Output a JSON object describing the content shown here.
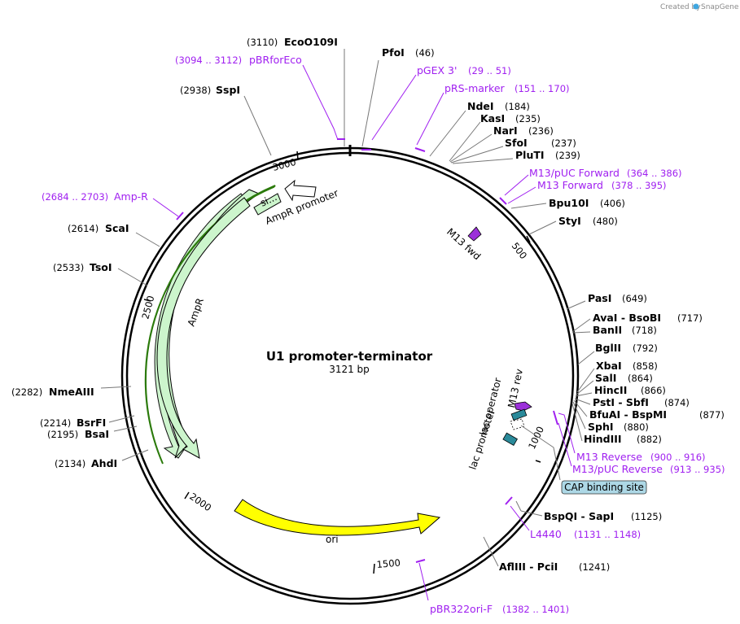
{
  "title": "U1 promoter-terminator",
  "length": "3121 bp",
  "credit": {
    "created_by": "Created by",
    "brand": "SnapGene"
  },
  "ticks": [
    "500",
    "1000",
    "1500",
    "2000",
    "2500",
    "3000"
  ],
  "enzymes": [
    {
      "name": "EcoO109I",
      "pos": "(3110)"
    },
    {
      "name": "PfoI",
      "pos": "(46)"
    },
    {
      "name": "NdeI",
      "pos": "(184)"
    },
    {
      "name": "KasI",
      "pos": "(235)"
    },
    {
      "name": "NarI",
      "pos": "(236)"
    },
    {
      "name": "SfoI",
      "pos": "(237)"
    },
    {
      "name": "PluTI",
      "pos": "(239)"
    },
    {
      "name": "Bpu10I",
      "pos": "(406)"
    },
    {
      "name": "StyI",
      "pos": "(480)"
    },
    {
      "name": "PasI",
      "pos": "(649)"
    },
    {
      "name": "AvaI - BsoBI",
      "pos": "(717)"
    },
    {
      "name": "BanII",
      "pos": "(718)"
    },
    {
      "name": "BglII",
      "pos": "(792)"
    },
    {
      "name": "XbaI",
      "pos": "(858)"
    },
    {
      "name": "SalI",
      "pos": "(864)"
    },
    {
      "name": "HincII",
      "pos": "(866)"
    },
    {
      "name": "PstI - SbfI",
      "pos": "(874)"
    },
    {
      "name": "BfuAI - BspMI",
      "pos": "(877)"
    },
    {
      "name": "SphI",
      "pos": "(880)"
    },
    {
      "name": "HindIII",
      "pos": "(882)"
    },
    {
      "name": "BspQI - SapI",
      "pos": "(1125)"
    },
    {
      "name": "AflIII - PciI",
      "pos": "(1241)"
    },
    {
      "name": "AhdI",
      "pos": "(2134)"
    },
    {
      "name": "BsaI",
      "pos": "(2195)"
    },
    {
      "name": "BsrFI",
      "pos": "(2214)"
    },
    {
      "name": "NmeAIII",
      "pos": "(2282)"
    },
    {
      "name": "TsoI",
      "pos": "(2533)"
    },
    {
      "name": "ScaI",
      "pos": "(2614)"
    },
    {
      "name": "SspI",
      "pos": "(2938)"
    }
  ],
  "primers": [
    {
      "name": "pBRforEco",
      "pos": "(3094 .. 3112)"
    },
    {
      "name": "pGEX 3'",
      "pos": "(29 .. 51)"
    },
    {
      "name": "pRS-marker",
      "pos": "(151 .. 170)"
    },
    {
      "name": "M13/pUC Forward",
      "pos": "(364 .. 386)"
    },
    {
      "name": "M13 Forward",
      "pos": "(378 .. 395)"
    },
    {
      "name": "M13 Reverse",
      "pos": "(900 .. 916)"
    },
    {
      "name": "M13/pUC Reverse",
      "pos": "(913 .. 935)"
    },
    {
      "name": "L4440",
      "pos": "(1131 .. 1148)"
    },
    {
      "name": "pBR322ori-F",
      "pos": "(1382 .. 1401)"
    },
    {
      "name": "Amp-R",
      "pos": "(2684 .. 2703)"
    }
  ],
  "features": {
    "ampr": "AmpR",
    "ampr_promoter": "AmpR promoter",
    "signal": "si...",
    "ori": "ori",
    "m13_fwd": "M13 fwd",
    "m13_rev": "M13 rev",
    "lac_operator": "lac operator",
    "lac_promoter": "lac promoter",
    "cap_site": "CAP binding site"
  },
  "colors": {
    "primer": "#a020f0",
    "ampr_fill": "#ccf5cc",
    "ori_fill": "#ffff00",
    "lac_fill": "#2a8a9a",
    "cap_fill": "#add8e6",
    "m13_arrow": "#9b30d9"
  }
}
